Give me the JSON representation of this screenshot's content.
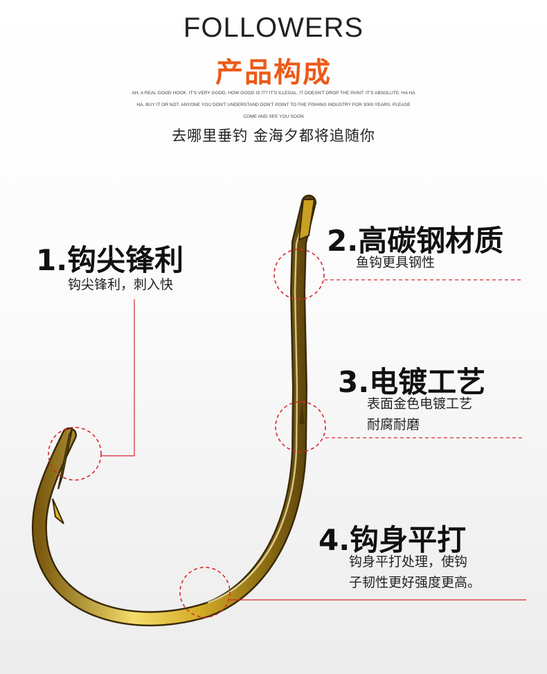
{
  "header": {
    "brand": "FOLLOWERS",
    "section_title": "产品构成",
    "blurb_lines": [
      "AH, A REAL GOOD HOOK. IT'S VERY GOOD. HOW GOOD IS IT? IT'S ILLEGAL. IT DOESN'T DROP THE PAINT. IT'S ABSOLUTE. HA HA",
      "HA, BUY IT OR NOT. ANYONE YOU DON'T UNDERSTAND DON'T POINT TO THE FISHING INDUSTRY FOR 3000 YEARS. PLEASE",
      "COME AND SEE YOU SOON"
    ],
    "slogan": "去哪里垂钓 金海夕都将追随你"
  },
  "features": [
    {
      "title": "1.钩尖锋利",
      "desc": [
        "钩尖锋利，刺入快"
      ]
    },
    {
      "title": "2.高碳钢材质",
      "desc": [
        "鱼钩更具钢性"
      ]
    },
    {
      "title": "3.电镀工艺",
      "desc": [
        "表面金色电镀工艺",
        "耐腐耐磨"
      ]
    },
    {
      "title": "4.钩身平打",
      "desc": [
        "钩身平打处理，使钩",
        "子韧性更好强度更高。"
      ]
    }
  ],
  "colors": {
    "accent_orange": "#ec5a17",
    "callout_red": "#d9262c",
    "hook_gold": "#d8b52a",
    "hook_dark": "#3a2a08"
  }
}
